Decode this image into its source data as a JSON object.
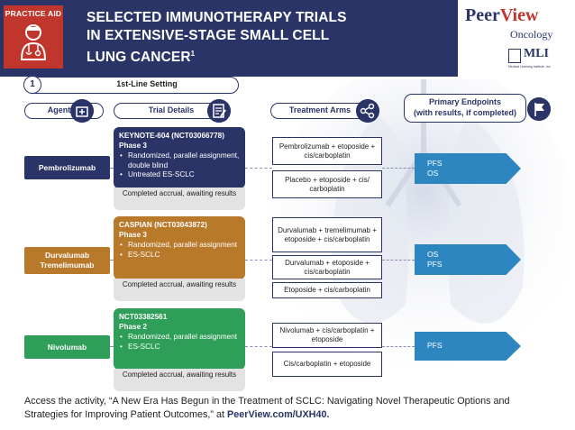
{
  "header": {
    "badge": "PRACTICE AID",
    "title_lines": [
      "SELECTED IMMUNOTHERAPY TRIALS",
      "IN EXTENSIVE-STAGE SMALL CELL",
      "LUNG CANCER"
    ],
    "title_sup": "1",
    "logo_main_a": "Peer",
    "logo_main_b": "View",
    "logo_sub": "Oncology",
    "mli_text": "MLI",
    "mli_sub": "Medical Learning Institute, Inc."
  },
  "setting": {
    "number": "1",
    "label": "1st-Line Setting"
  },
  "columns": {
    "agents": "Agent(s)",
    "trial_details": "Trial Details",
    "treatment_arms": "Treatment Arms",
    "endpoints_line1": "Primary Endpoints",
    "endpoints_line2": "(with results, if completed)"
  },
  "rows": [
    {
      "agent": "Pembrolizumab",
      "trial_id": "KEYNOTE-604 (NCT03066778)",
      "phase": "Phase 3",
      "bullets": [
        "Randomized, parallel assignment, double blind",
        "Untreated ES-SCLC"
      ],
      "status": "Completed accrual, awaiting results",
      "arms": [
        "Pembrolizumab + etoposide + cis/carboplatin",
        "Placebo + etoposide + cis/ carboplatin"
      ],
      "endpoints": [
        "PFS",
        "OS"
      ]
    },
    {
      "agent_line1": "Durvalumab",
      "agent_line2": "Tremelimumab",
      "trial_id": "CASPIAN (NCT03043872)",
      "phase": "Phase 3",
      "bullets": [
        "Randomized, parallel assignment",
        "ES-SCLC"
      ],
      "status": "Completed accrual, awaiting results",
      "arms": [
        "Durvalumab + tremelimumab + etoposide + cis/carboplatin",
        "Durvalumab + etoposide + cis/carboplatin",
        "Etoposide + cis/carboplatin"
      ],
      "endpoints": [
        "OS",
        "PFS"
      ]
    },
    {
      "agent": "Nivolumab",
      "trial_id": "NCT03382561",
      "phase": "Phase 2",
      "bullets": [
        "Randomized, parallel assignment",
        "ES-SCLC"
      ],
      "status": "Completed accrual, awaiting results",
      "arms": [
        "Nivolumab + cis/carboplatin + etoposide",
        "Cis/carboplatin + etoposide"
      ],
      "endpoints": [
        "PFS"
      ]
    }
  ],
  "footer": {
    "text": "Access the activity, “A New Era Has Begun in the Treatment of SCLC: Navigating Novel Therapeutic Options and Strategies for Improving Patient Outcomes,” at ",
    "link": "PeerView.com/UXH40."
  },
  "colors": {
    "navy": "#2b3467",
    "red": "#c0362c",
    "brown": "#b8792a",
    "green": "#2e9e58",
    "endpoint_blue": "#2e86c1"
  },
  "icons": [
    "doctor-icon",
    "clinic-icon",
    "document-edit-icon",
    "share-network-icon",
    "flag-icon"
  ]
}
